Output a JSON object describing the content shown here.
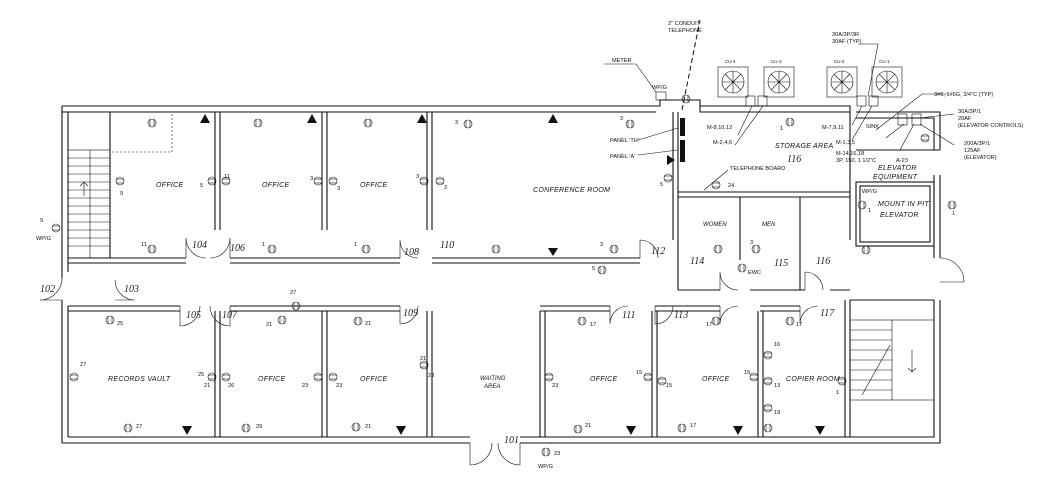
{
  "rooms": {
    "office_104": "OFFICE",
    "office_106": "OFFICE",
    "office_108": "OFFICE",
    "conference": "CONFERENCE ROOM",
    "storage": "STORAGE AREA",
    "elevator_equipment_1": "ELEVATOR",
    "elevator_equipment_2": "EQUIPMENT",
    "elevator_1": "MOUNT IN PIT",
    "elevator_2": "ELEVATOR",
    "women": "WOMEN",
    "men": "MEN",
    "records": "RECORDS VAULT",
    "office_107": "OFFICE",
    "office_109": "OFFICE",
    "waiting_1": "WAITING",
    "waiting_2": "AREA",
    "office_111": "OFFICE",
    "office_113": "OFFICE",
    "copier": "COPIER ROOM"
  },
  "room_numbers": [
    "104",
    "106",
    "108",
    "110",
    "112",
    "114",
    "115",
    "116",
    "102",
    "103",
    "105",
    "107",
    "109",
    "111",
    "113",
    "117",
    "101",
    "116"
  ],
  "units": [
    "CU-4",
    "CU-3",
    "CU-2",
    "CU-1"
  ],
  "notes": {
    "conduit_1": "2\" CONDUIT",
    "conduit_2": "TELEPHONE",
    "meter": "METER",
    "panel_th": "PANEL 'TH'",
    "panel_a": "PANEL 'A'",
    "telephone_board": "TELEPHONE BOARD",
    "cu_a": "30A/3P/3R",
    "cu_b": "30AF (TYP)",
    "wire": "3#6, 1#6G, 3/4\"C (TYP)",
    "elev_a": "30A/3P/1",
    "elev_b": "20AF",
    "elev_c": "(ELEVATOR CONTROLS)",
    "elev_d": "200A/3P/1",
    "elev_e": "125AF",
    "elev_f": "(ELEVATOR)",
    "m1": "M-8,10,12",
    "m2": "M-2,4,6",
    "m3": "M-7,9,11",
    "m4": "M-1,3,5",
    "m5": "M-14,16,18",
    "m6": "3P, 150, 1 1/2\"C",
    "m7": "A-23",
    "sink": "SINK",
    "ewc": "EWC",
    "wpg": "WP/G"
  },
  "circuits": [
    "9",
    "5",
    "11",
    "11",
    "3",
    "3",
    "5",
    "3",
    "1",
    "1",
    "5",
    "3",
    "3",
    "27",
    "25",
    "27",
    "27",
    "21",
    "21",
    "21",
    "25",
    "26",
    "23",
    "23",
    "23",
    "21",
    "29",
    "21",
    "17",
    "15",
    "15",
    "13",
    "19",
    "16",
    "15",
    "17",
    "17",
    "17",
    "3",
    "3",
    "3",
    "1",
    "21",
    "23",
    "1",
    "1",
    "24",
    "23",
    "9",
    "1"
  ],
  "colors": {
    "line": "#111111",
    "handwriting": "#222222"
  }
}
